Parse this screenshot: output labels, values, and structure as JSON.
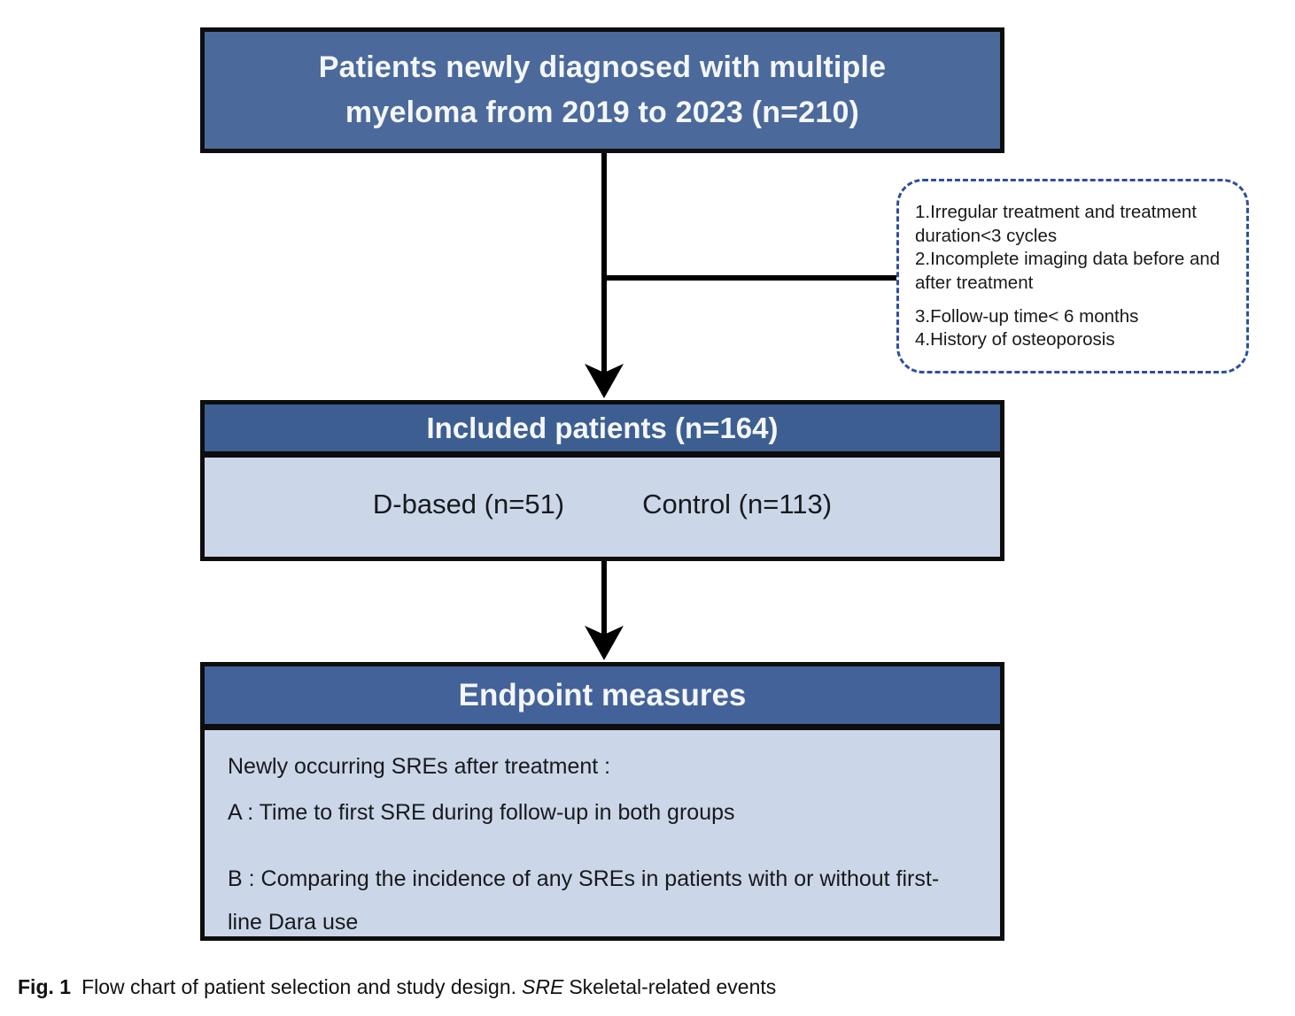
{
  "colors": {
    "top_box_fill": "#4b6a9b",
    "included_header_fill": "#3d5e91",
    "endpoint_header_fill": "#44629a",
    "body_fill": "#cbd7e8",
    "border": "#0d0d0d",
    "dashed_border": "#2d4f9e",
    "connector": "#000000"
  },
  "flow": {
    "top_box": {
      "lines": [
        "Patients newly diagnosed with multiple",
        "myeloma from 2019 to 2023 (n=210)"
      ]
    },
    "exclusion_box": {
      "items": [
        "1.Irregular treatment and treatment duration<3 cycles",
        "2.Incomplete imaging data before and after treatment",
        "3.Follow-up time< 6 months",
        "4.History of osteoporosis"
      ]
    },
    "included_box": {
      "header": "Included patients (n=164)",
      "groups": [
        "D-based (n=51)",
        "Control (n=113)"
      ]
    },
    "endpoint_box": {
      "header": "Endpoint measures",
      "lines": [
        "Newly occurring SREs after treatment :",
        "A : Time to first SRE during follow-up in both groups",
        "B : Comparing the incidence of any SREs in patients with or without first-line Dara use"
      ]
    }
  },
  "caption": {
    "label": "Fig. 1",
    "text": "Flow chart of patient selection and study design.",
    "abbr": "SRE",
    "abbr_def": "Skeletal-related events"
  }
}
